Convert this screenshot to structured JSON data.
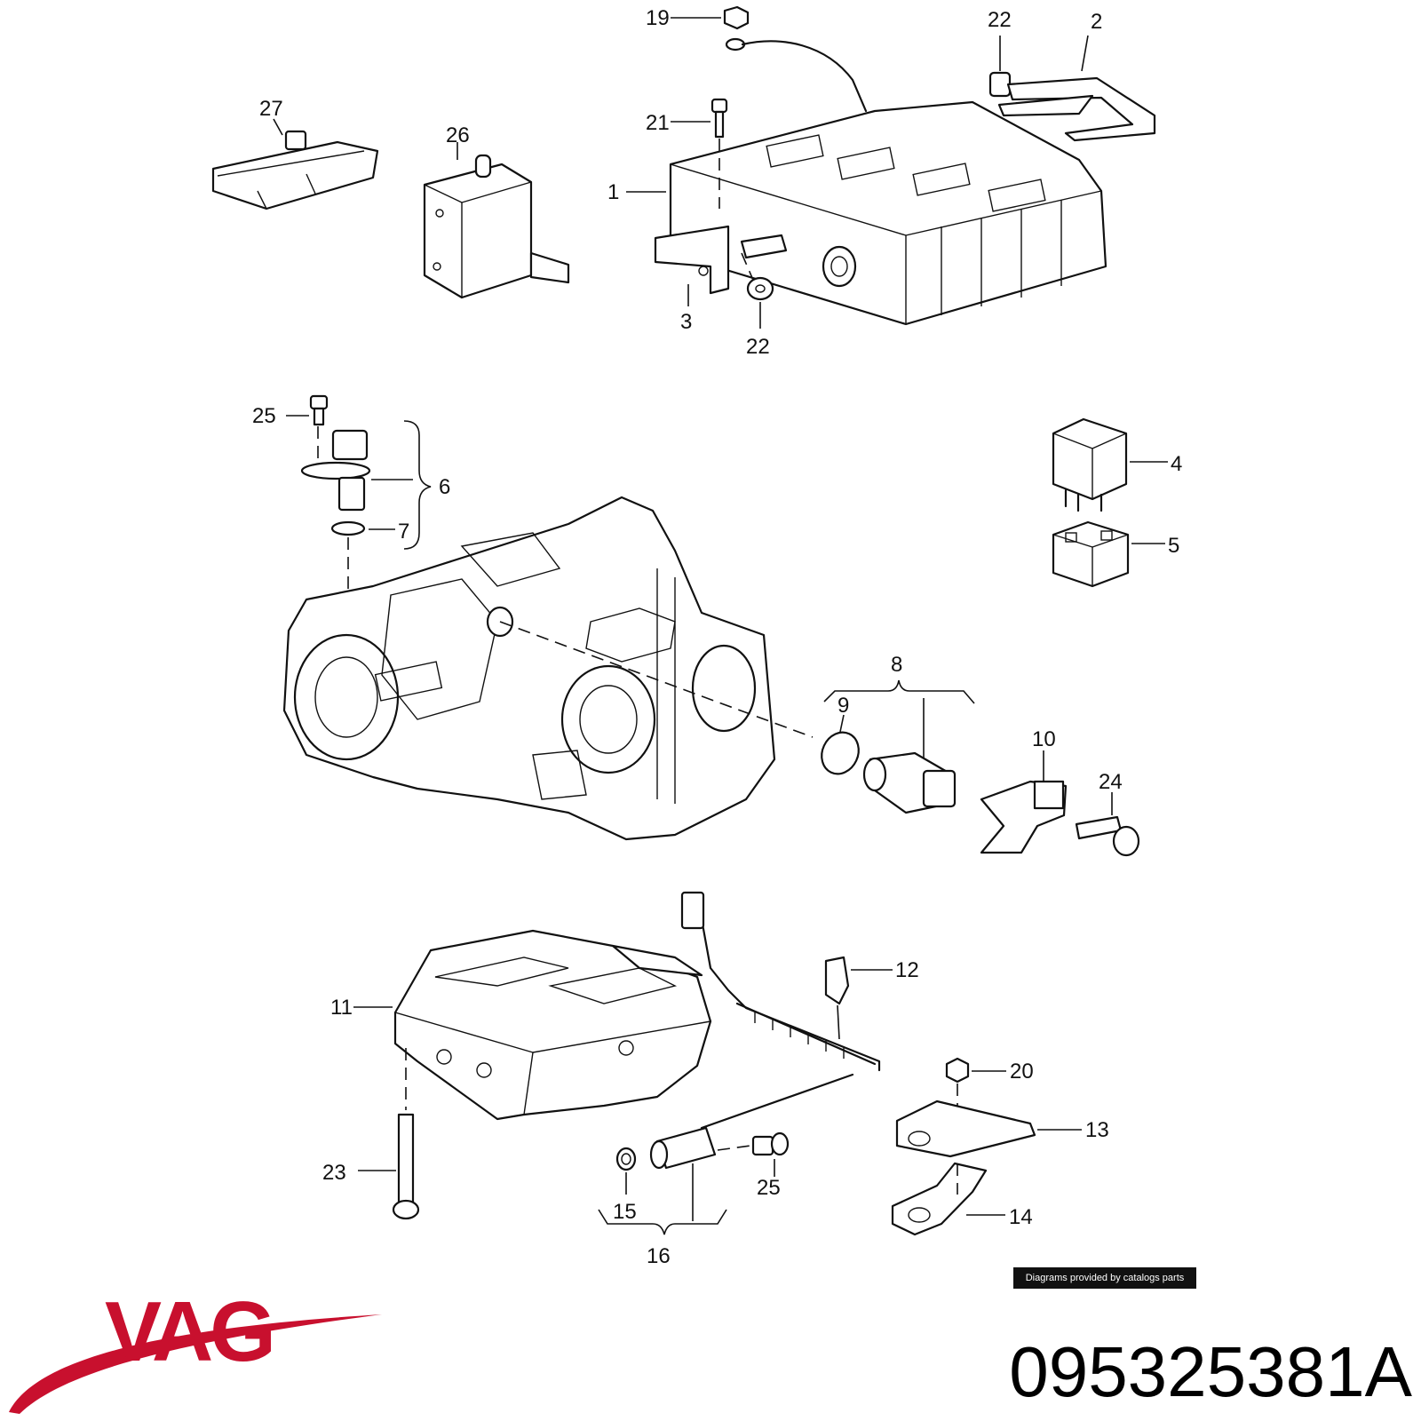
{
  "diagram": {
    "callouts": [
      "19",
      "22",
      "2",
      "27",
      "26",
      "21",
      "1",
      "3",
      "22",
      "25",
      "6",
      "7",
      "4",
      "5",
      "8",
      "9",
      "10",
      "24",
      "12",
      "11",
      "20",
      "13",
      "23",
      "25",
      "15",
      "14",
      "16"
    ]
  },
  "footer": {
    "credit": "Diagrams provided by catalogs parts",
    "brand": "VAG",
    "part_number": "095325381A"
  },
  "colors": {
    "brand_red": "#c8102e",
    "line": "#111111",
    "badge_bg": "#111111"
  }
}
